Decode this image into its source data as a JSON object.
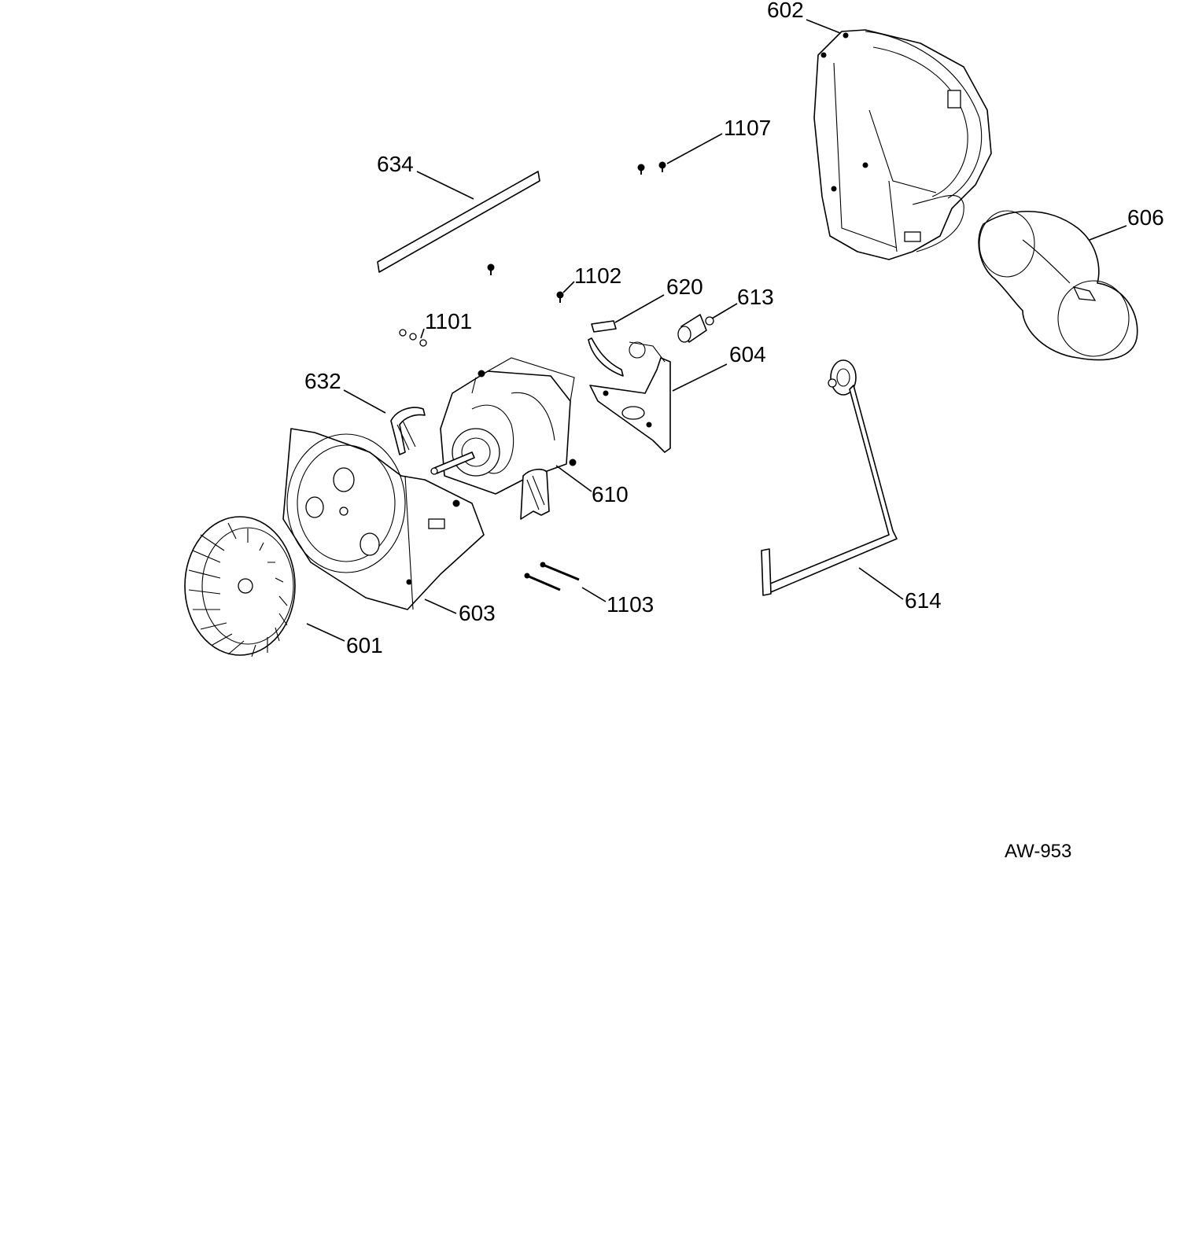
{
  "drawing_code": "AW-953",
  "callouts": {
    "p602": "602",
    "p1107": "1107",
    "p634": "634",
    "p606": "606",
    "p1102": "1102",
    "p620": "620",
    "p613": "613",
    "p1101": "1101",
    "p604": "604",
    "p632": "632",
    "p610": "610",
    "p1103": "1103",
    "p614": "614",
    "p603": "603",
    "p601": "601"
  }
}
